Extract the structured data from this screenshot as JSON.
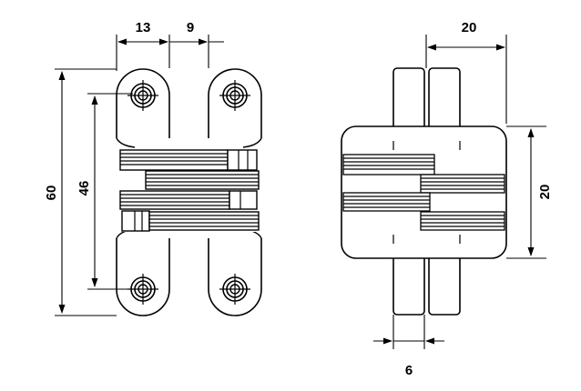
{
  "front_view": {
    "dim_top_left": "13",
    "dim_top_right": "9",
    "dim_height_outer": "60",
    "dim_height_inner": "46"
  },
  "side_view": {
    "dim_top_width": "20",
    "dim_right_height": "20",
    "dim_bottom_gap": "6"
  }
}
